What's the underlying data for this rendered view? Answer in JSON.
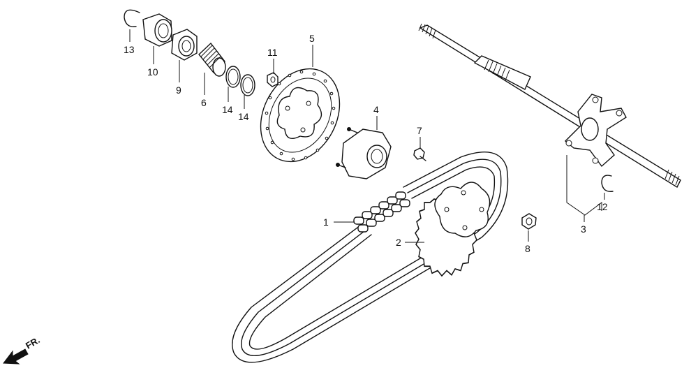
{
  "callouts": [
    {
      "id": "c1",
      "label": "1"
    },
    {
      "id": "c2",
      "label": "2"
    },
    {
      "id": "c3",
      "label": "3"
    },
    {
      "id": "c4",
      "label": "4"
    },
    {
      "id": "c5",
      "label": "5"
    },
    {
      "id": "c6",
      "label": "6"
    },
    {
      "id": "c7",
      "label": "7"
    },
    {
      "id": "c8",
      "label": "8"
    },
    {
      "id": "c9",
      "label": "9"
    },
    {
      "id": "c10",
      "label": "10"
    },
    {
      "id": "c11",
      "label": "11"
    },
    {
      "id": "c12",
      "label": "12"
    },
    {
      "id": "c13",
      "label": "13"
    },
    {
      "id": "c14a",
      "label": "14"
    },
    {
      "id": "c14b",
      "label": "14"
    }
  ],
  "front_indicator": {
    "label": "FR.",
    "icon": "front-direction-arrow-icon"
  }
}
